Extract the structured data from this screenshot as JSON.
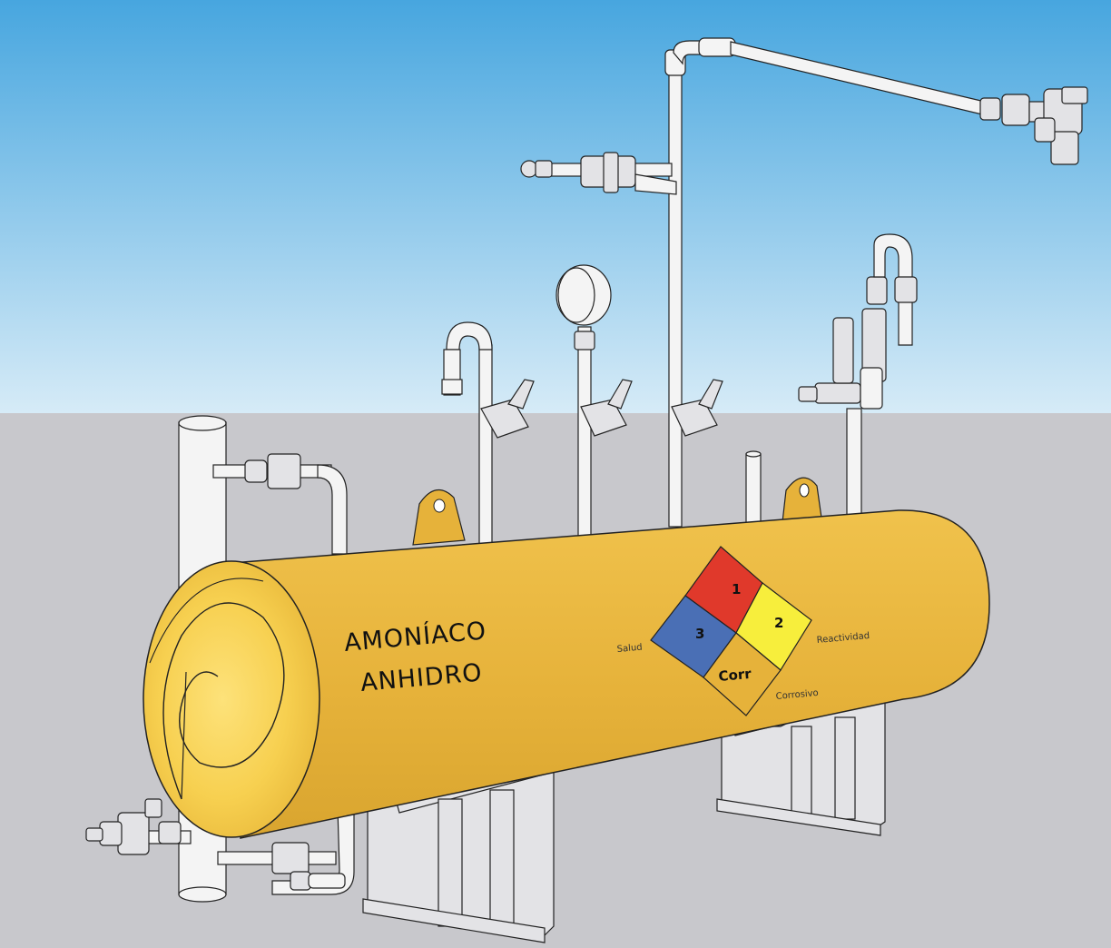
{
  "tank": {
    "label_line1": "AMONÍACO",
    "label_line2": "ANHIDRO",
    "color": "#e6b23a"
  },
  "nfpa": {
    "health": "3",
    "flammability": "1",
    "reactivity": "2",
    "special": "Corr",
    "label_health": "Salud",
    "label_reactivity": "Reactividad",
    "label_special": "Corrosivo",
    "colors": {
      "health": "#4a6fb5",
      "flammability": "#e0392b",
      "reactivity": "#f7ee3c",
      "special": "#e6b23a"
    }
  },
  "scene": {
    "sky_top": "#47a6df",
    "sky_bottom": "#d6ebf7",
    "ground": "#c8c8cc"
  }
}
